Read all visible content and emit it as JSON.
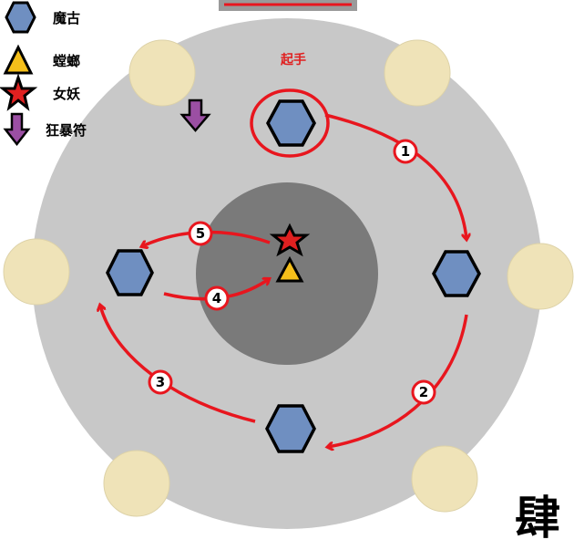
{
  "legend": [
    {
      "icon": "hexagon-icon",
      "label": "魔古"
    },
    {
      "icon": "triangle-icon",
      "label": "螳螂"
    },
    {
      "icon": "star-icon",
      "label": "女妖"
    },
    {
      "icon": "arrow-down-icon",
      "label": "狂暴符"
    }
  ],
  "start_label": "起手",
  "corner_glyph": "肆",
  "steps": [
    "1",
    "2",
    "3",
    "4",
    "5"
  ],
  "colors": {
    "hexagon": "#6f8fc1",
    "triangle": "#f5bf1a",
    "star": "#e02020",
    "arrow_purple": "#9b4fa3",
    "path_red": "#e8161e",
    "arena_outer": "#c8c8c8",
    "arena_inner": "#7a7a7a",
    "pillar": "#efe3b8"
  }
}
